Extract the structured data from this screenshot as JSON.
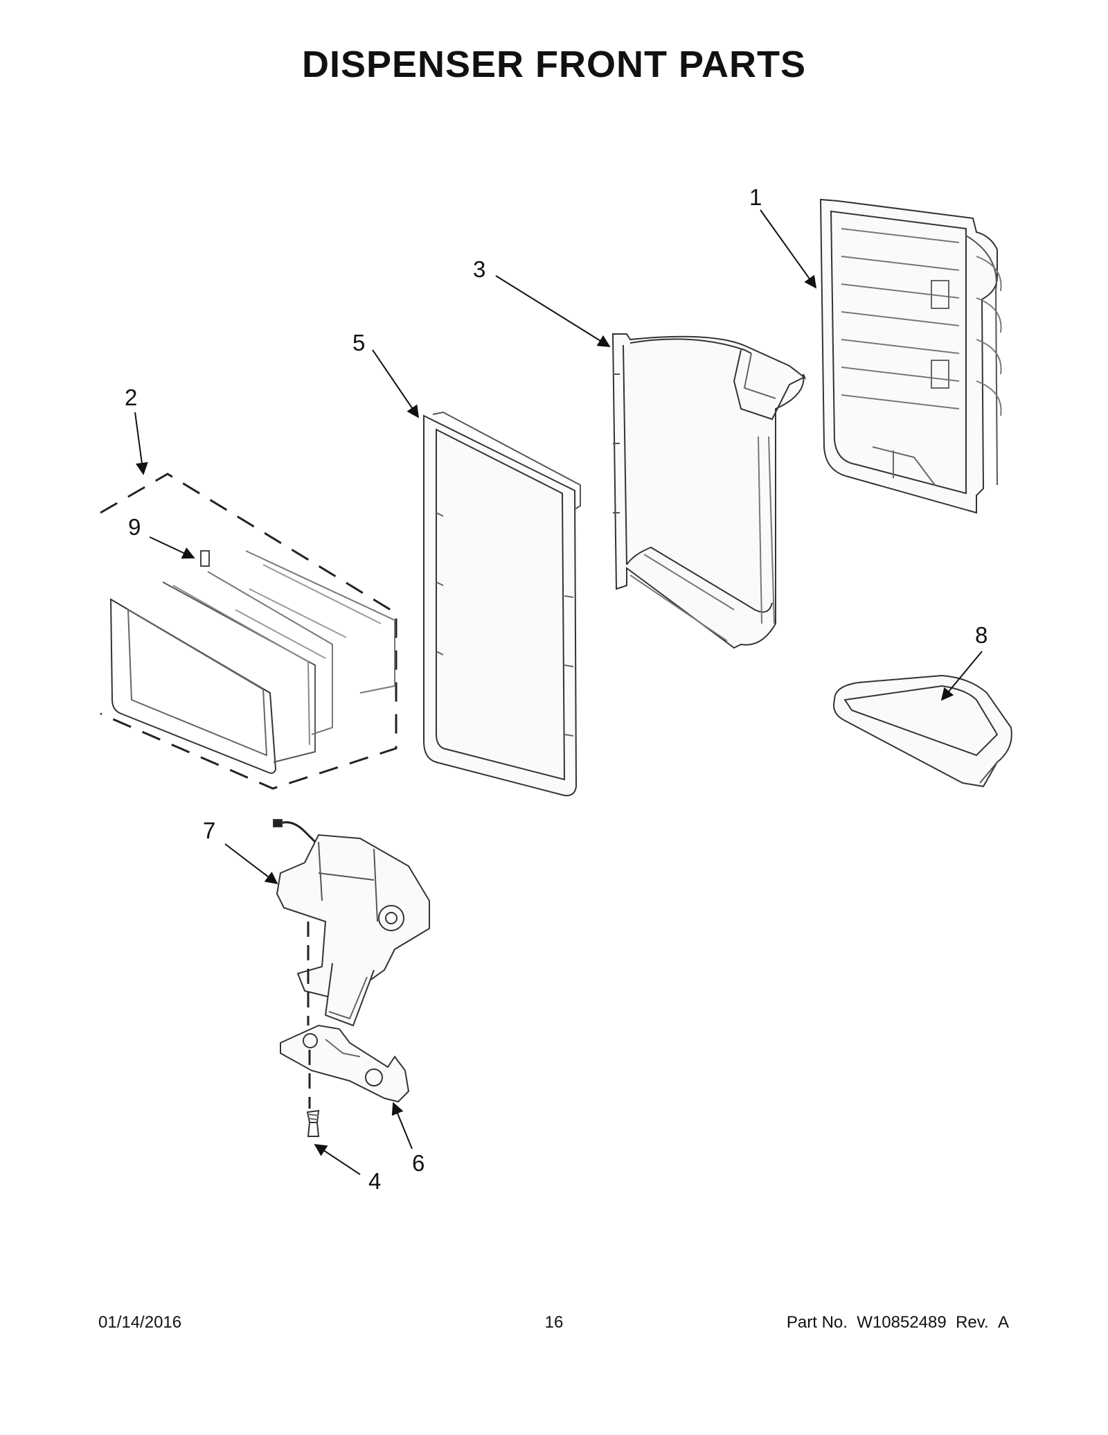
{
  "page": {
    "title": "DISPENSER FRONT PARTS"
  },
  "callouts": [
    {
      "id": "1",
      "label": "1"
    },
    {
      "id": "2",
      "label": "2"
    },
    {
      "id": "3",
      "label": "3"
    },
    {
      "id": "4",
      "label": "4"
    },
    {
      "id": "5",
      "label": "5"
    },
    {
      "id": "6",
      "label": "6"
    },
    {
      "id": "7",
      "label": "7"
    },
    {
      "id": "8",
      "label": "8"
    },
    {
      "id": "9",
      "label": "9"
    }
  ],
  "footer": {
    "date": "01/14/2016",
    "page_number": "16",
    "part_label": "Part No.",
    "part_number": "W10852489",
    "rev_label": "Rev.",
    "rev_value": "A"
  }
}
